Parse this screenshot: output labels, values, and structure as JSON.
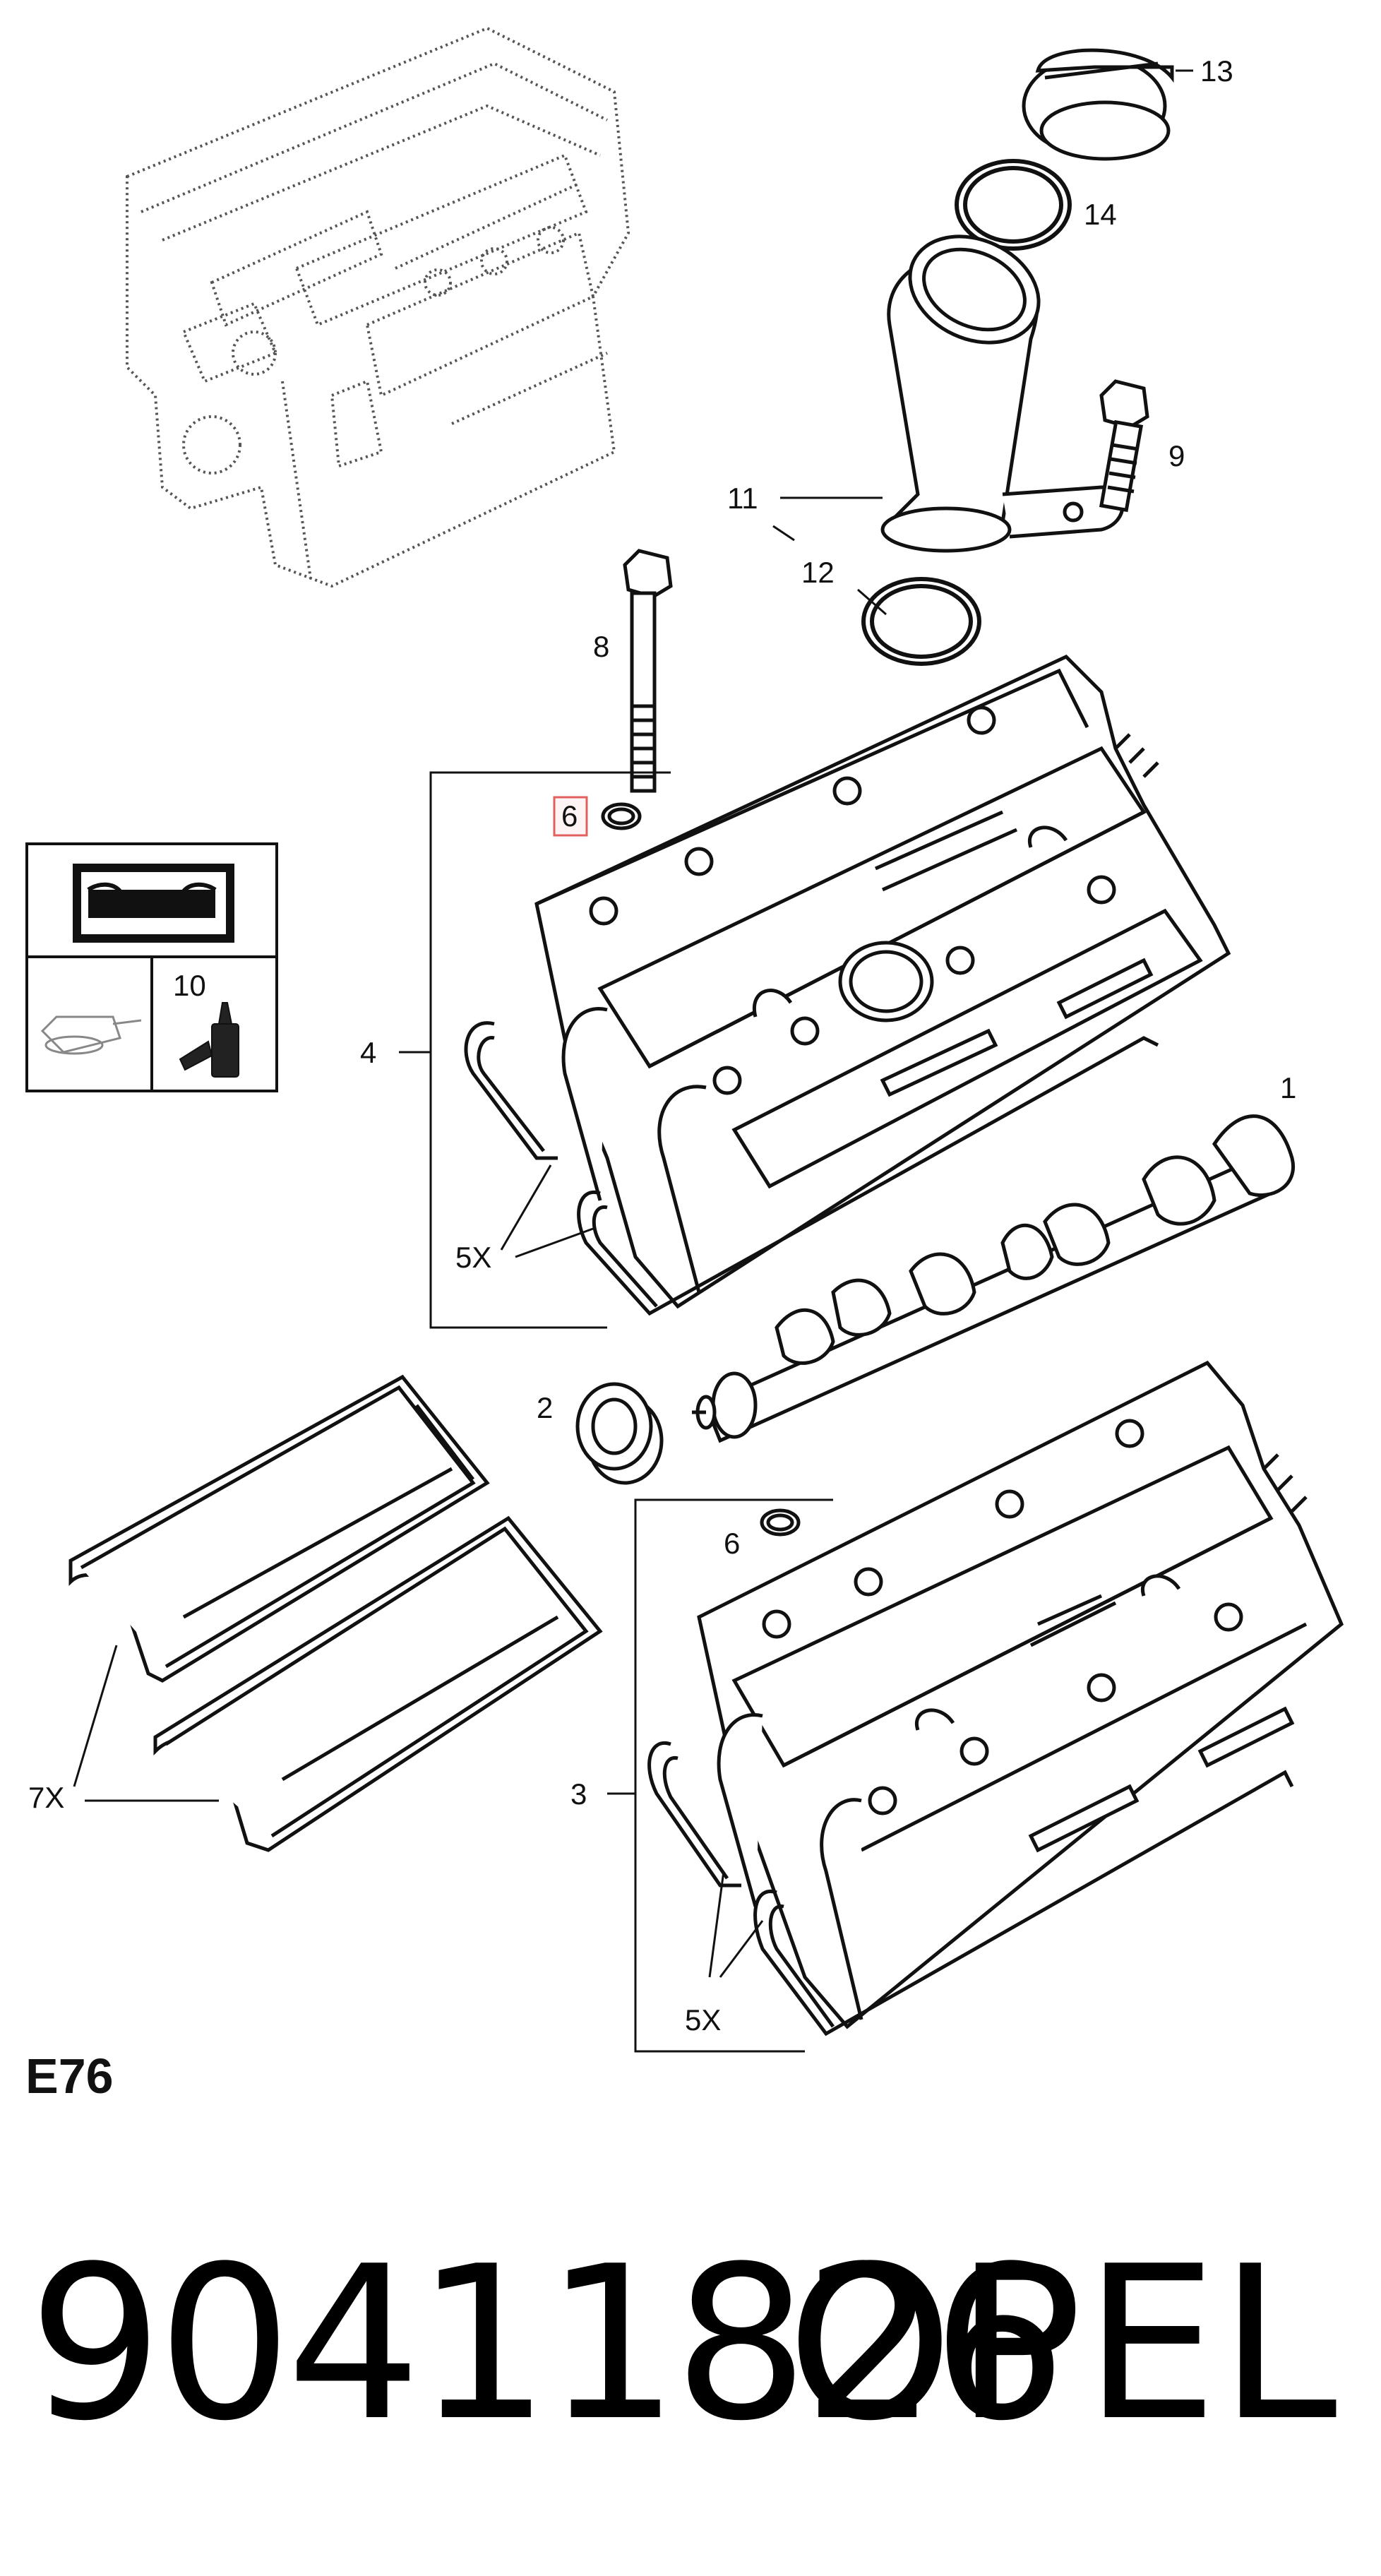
{
  "callouts": {
    "c1": "1",
    "c2": "2",
    "c3": "3",
    "c4": "4",
    "c5x_a": "5X",
    "c5x_b": "5X",
    "c6_highlighted": "6",
    "c6_b": "6",
    "c7x": "7X",
    "c8": "8",
    "c9": "9",
    "c10": "10",
    "c11": "11",
    "c12": "12",
    "c13": "13",
    "c14": "14"
  },
  "highlighted_callout": "6",
  "section_code": "E76",
  "part_number": "90411826",
  "brand": "OPEL",
  "colors": {
    "line": "#111111",
    "highlight": "#e06060",
    "ghost": "#555555"
  }
}
